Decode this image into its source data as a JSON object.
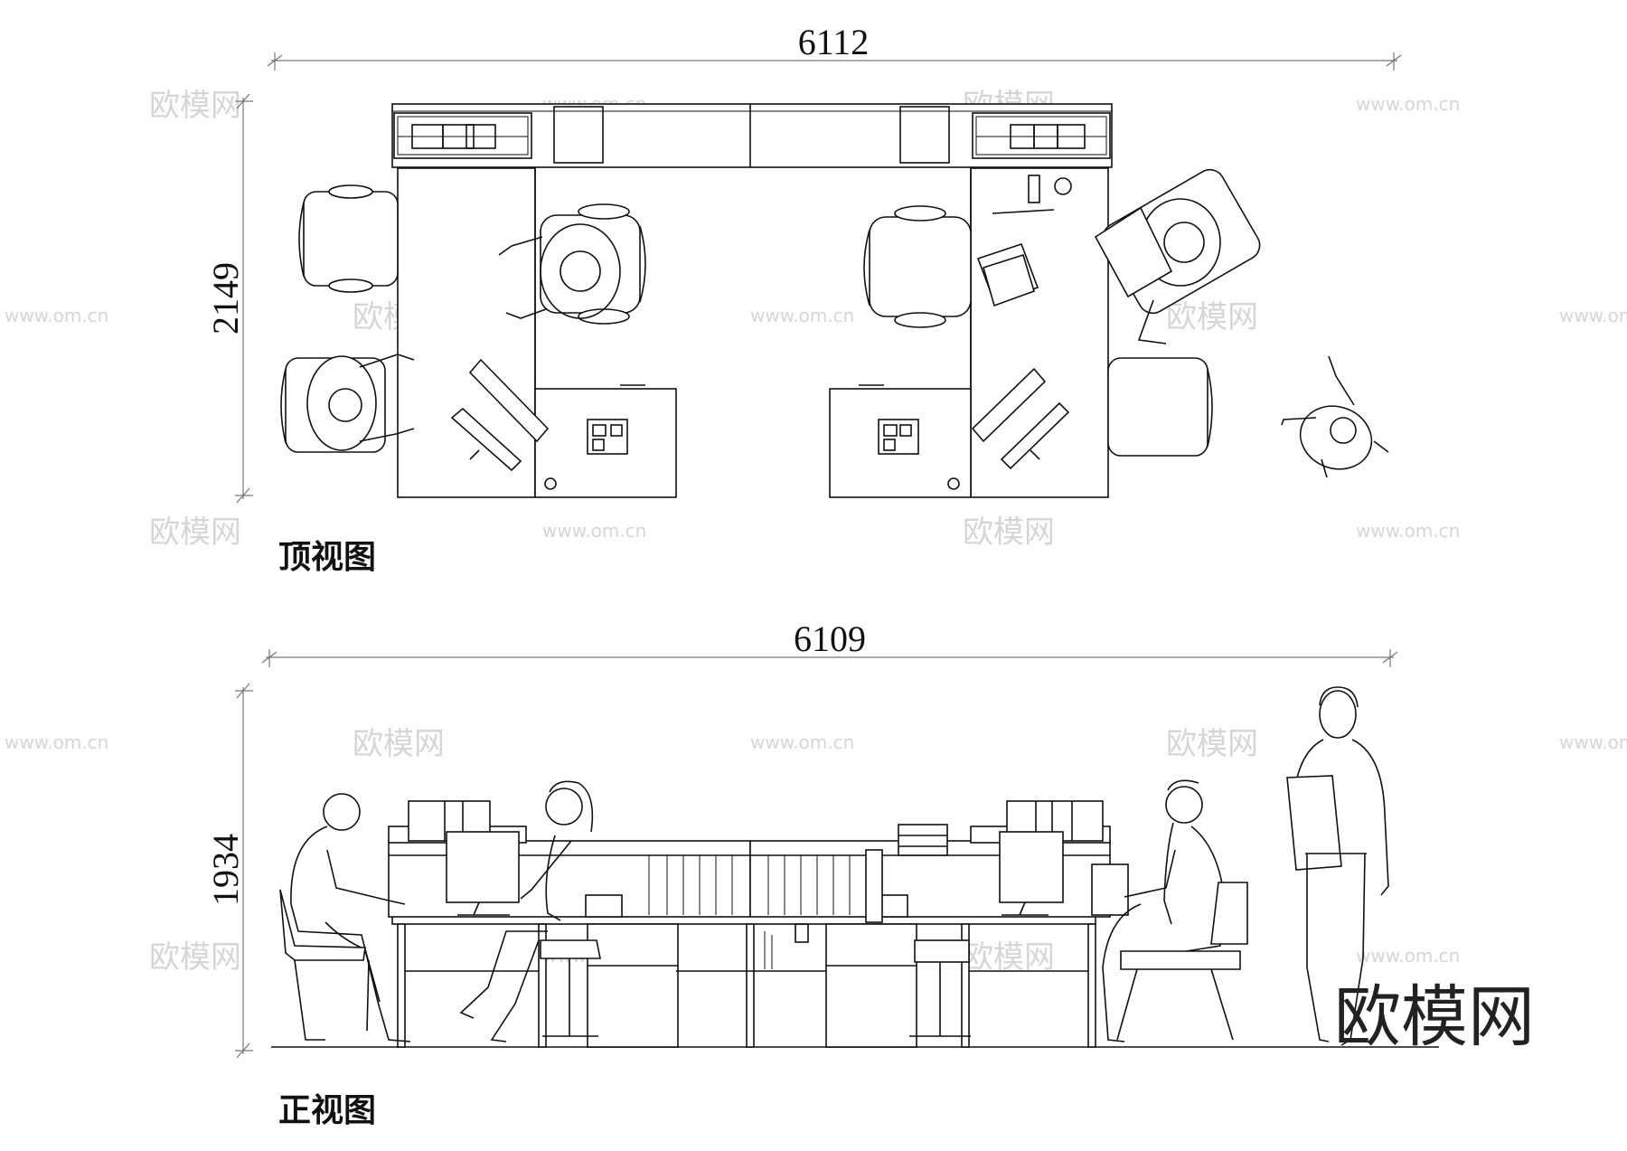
{
  "top_view": {
    "width_dim": "6112",
    "height_dim": "2149",
    "label": "顶视图"
  },
  "front_view": {
    "width_dim": "6109",
    "height_dim": "1934",
    "label": "正视图"
  },
  "watermark": {
    "logo_text": "欧模网",
    "url_text": "www.om.cn"
  }
}
